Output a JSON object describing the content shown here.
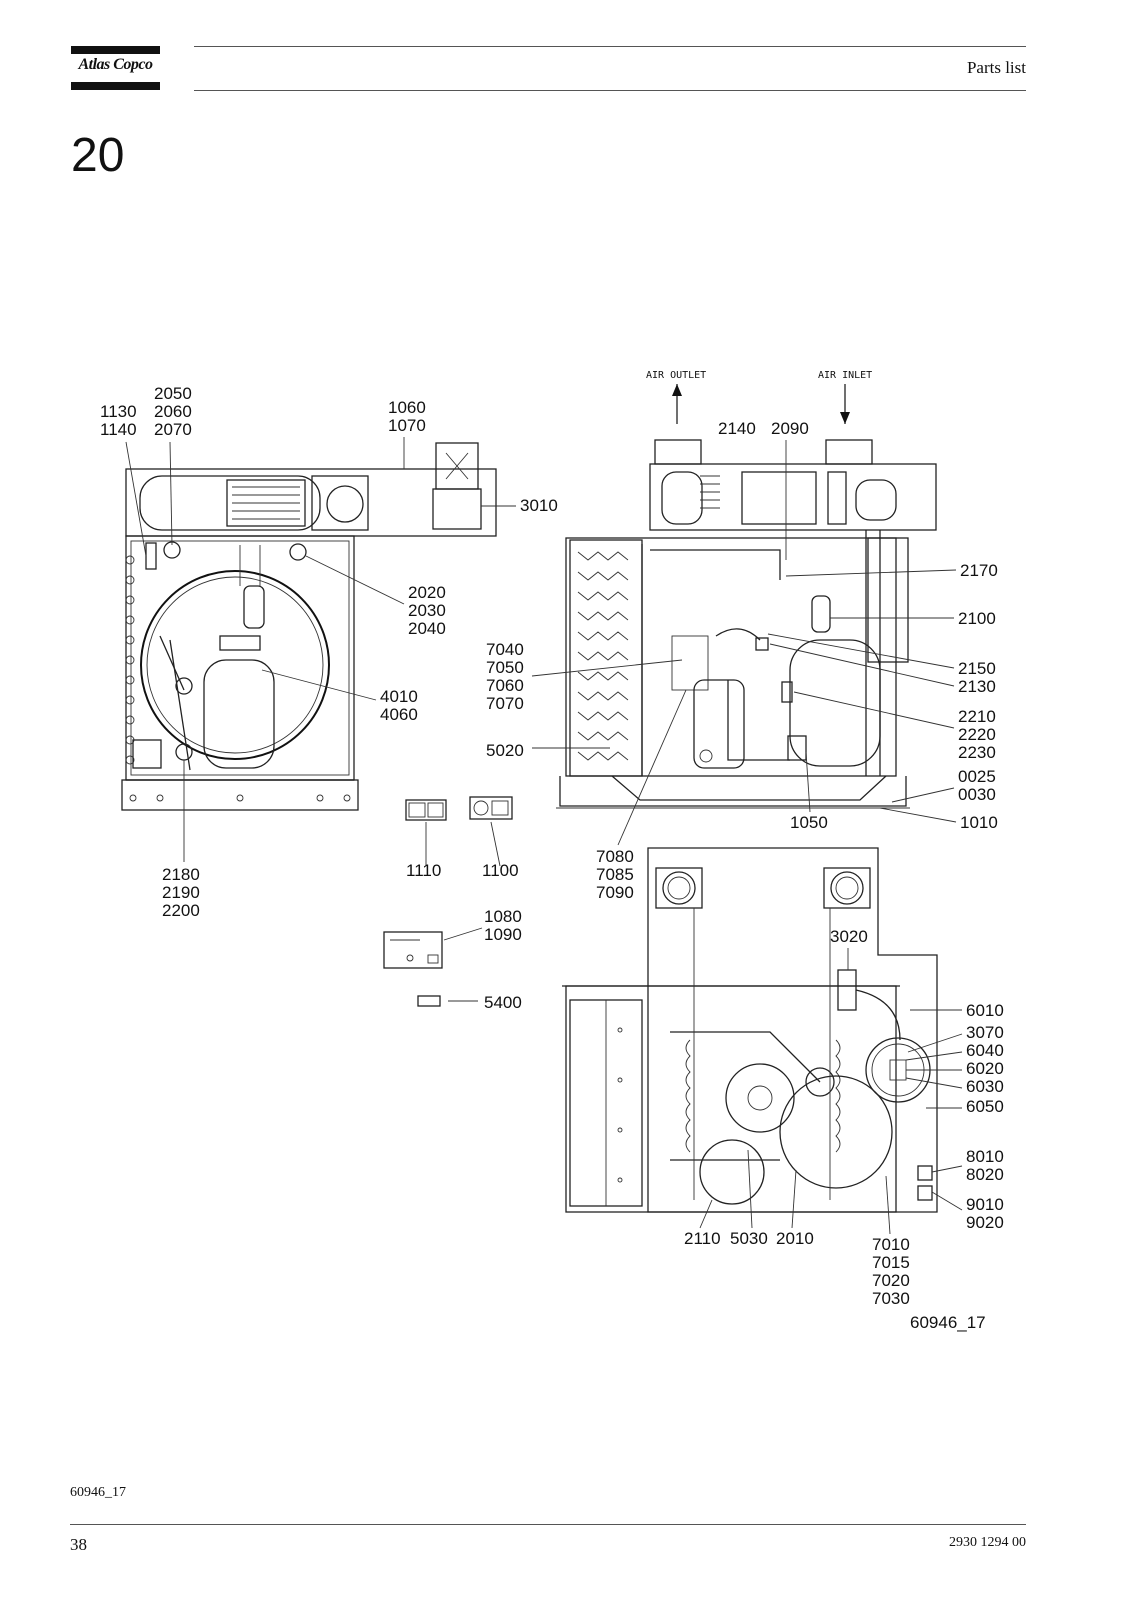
{
  "header": {
    "brand": "Atlas Copco",
    "section_title": "Parts list"
  },
  "section_number": "20",
  "figure": {
    "code_label": "60946_17",
    "arrows": {
      "outlet": "AIR OUTLET",
      "inlet": "AIR INLET"
    },
    "callouts": {
      "c1130": "1130",
      "c1140": "1140",
      "c2050": "2050",
      "c2060": "2060",
      "c2070": "2070",
      "c1060": "1060",
      "c1070": "1070",
      "c3010": "3010",
      "c2020": "2020",
      "c2030": "2030",
      "c2040": "2040",
      "c4010": "4010",
      "c4060": "4060",
      "c2180": "2180",
      "c2190": "2190",
      "c2200": "2200",
      "c1110": "1110",
      "c1100": "1100",
      "c1080": "1080",
      "c1090": "1090",
      "c5400": "5400",
      "c2140": "2140",
      "c2090": "2090",
      "c2170": "2170",
      "c2100": "2100",
      "c2150": "2150",
      "c2130": "2130",
      "c2210": "2210",
      "c2220": "2220",
      "c2230": "2230",
      "c0025": "0025",
      "c0030": "0030",
      "c1050": "1050",
      "c1010": "1010",
      "c7040": "7040",
      "c7050": "7050",
      "c7060": "7060",
      "c7070": "7070",
      "c5020": "5020",
      "c7080": "7080",
      "c7085": "7085",
      "c7090": "7090",
      "c3020": "3020",
      "c6010": "6010",
      "c3070": "3070",
      "c6040": "6040",
      "c6020": "6020",
      "c6030": "6030",
      "c6050": "6050",
      "c8010": "8010",
      "c8020": "8020",
      "c9010": "9010",
      "c9020": "9020",
      "c2110": "2110",
      "c5030": "5030",
      "c2010": "2010",
      "c7010": "7010",
      "c7015": "7015",
      "c7020": "7020",
      "c7030": "7030"
    }
  },
  "footer": {
    "figure_code": "60946_17",
    "page_number": "38",
    "document_code": "2930 1294 00"
  }
}
